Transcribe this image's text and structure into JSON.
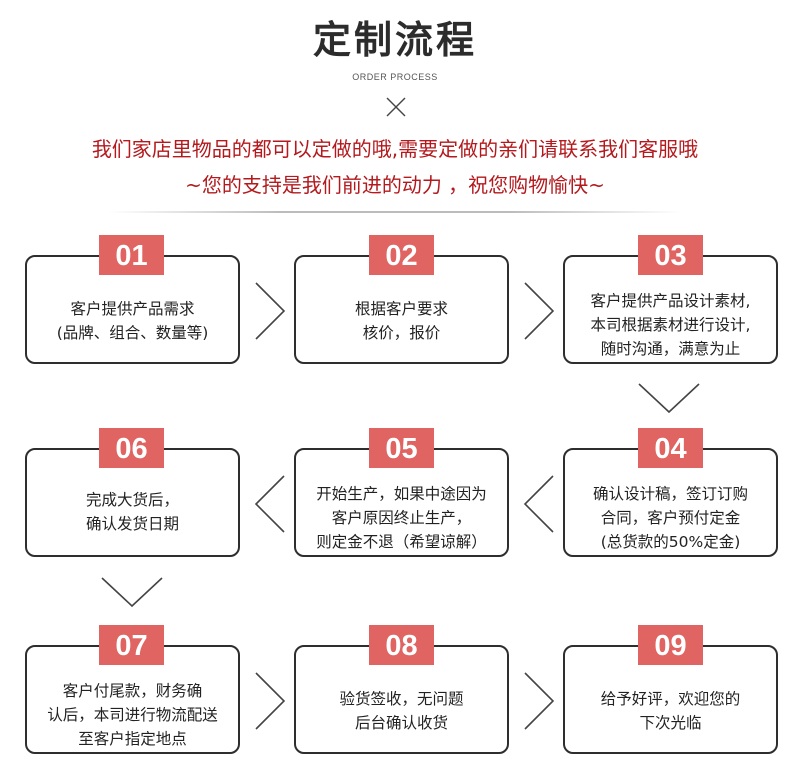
{
  "header": {
    "title": "定制流程",
    "subtitle": "ORDER PROCESS"
  },
  "notice": {
    "line1": "我们家店里物品的都可以定做的哦,需要定做的亲们请联系我们客服哦",
    "line2": "~您的支持是我们前进的动力 ，祝您购物愉快~"
  },
  "colors": {
    "accent": "#e06461",
    "notice": "#b3191d",
    "border": "#2e2e2e"
  },
  "steps": [
    {
      "num": "01",
      "text": "客户提供产品需求\n(品牌、组合、数量等)"
    },
    {
      "num": "02",
      "text": "根据客户要求\n核价，报价"
    },
    {
      "num": "03",
      "text": "客户提供产品设计素材,\n本司根据素材进行设计,\n随时沟通，满意为止"
    },
    {
      "num": "04",
      "text": "确认设计稿，签订订购\n合同，客户预付定金\n(总货款的50%定金)"
    },
    {
      "num": "05",
      "text": "开始生产，如果中途因为\n客户原因终止生产，\n则定金不退（希望谅解）"
    },
    {
      "num": "06",
      "text": "完成大货后，\n确认发货日期"
    },
    {
      "num": "07",
      "text": "客户付尾款，财务确\n认后，本司进行物流配送\n至客户指定地点"
    },
    {
      "num": "08",
      "text": "验货签收，无问题\n后台确认收货"
    },
    {
      "num": "09",
      "text": "给予好评，欢迎您的\n下次光临"
    }
  ]
}
